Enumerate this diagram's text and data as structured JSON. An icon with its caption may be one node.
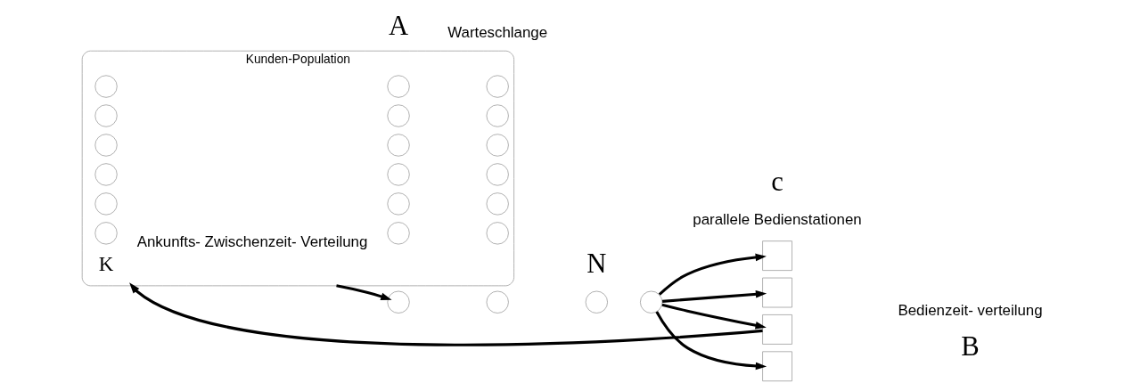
{
  "diagram": {
    "nodes": [
      {
        "text": [
          "Kunden-Population"
        ],
        "beside": [
          "K"
        ]
      },
      {
        "text": [],
        "shape": "circle",
        "in": 0
      },
      {
        "text": [],
        "shape": "circle",
        "in": 0
      },
      {
        "text": [],
        "shape": "circle",
        "in": 0
      },
      {
        "text": [],
        "shape": "circle",
        "in": 0
      },
      {
        "text": [],
        "shape": "circle",
        "in": 0
      },
      {
        "text": [],
        "shape": "circle",
        "in": 0
      },
      {
        "text": [],
        "shape": "circle",
        "in": 0
      },
      {
        "text": [],
        "shape": "circle",
        "in": 0
      },
      {
        "text": [],
        "shape": "circle",
        "in": 0
      },
      {
        "text": [],
        "shape": "circle",
        "in": 0
      },
      {
        "text": [],
        "shape": "circle",
        "in": 0
      },
      {
        "text": [],
        "shape": "circle",
        "in": 0
      },
      {
        "text": [],
        "shape": "circle",
        "in": 0
      },
      {
        "text": [],
        "shape": "circle",
        "in": 0
      },
      {
        "text": [],
        "shape": "circle",
        "in": 0
      },
      {
        "text": [],
        "shape": "circle",
        "in": 0
      },
      {
        "text": [],
        "shape": "circle",
        "in": 0
      },
      {
        "text": [],
        "shape": "circle",
        "in": 0
      },
      {
        "text": [],
        "shape": "circle"
      },
      {
        "text": [],
        "shape": "circle"
      },
      {
        "text": [],
        "shape": "circle"
      },
      {
        "text": [],
        "shape": "circle"
      },
      {
        "text": [],
        "shape": "box"
      },
      {
        "text": [],
        "shape": "box"
      },
      {
        "text": [],
        "shape": "box"
      },
      {
        "text": [],
        "shape": "box"
      }
    ],
    "edges": [
      {
        "from": 0,
        "to": 19,
        "arrow": "to",
        "label": "Ankunfts- Zwischenzeit- Verteilung"
      },
      {
        "from": 22,
        "to": 23,
        "arrow": "to"
      },
      {
        "from": 22,
        "to": 24,
        "arrow": "to"
      },
      {
        "from": 22,
        "to": 25,
        "arrow": "to"
      },
      {
        "from": 22,
        "to": 26,
        "arrow": "to"
      },
      {
        "from": 25,
        "to": 0,
        "arrow": "to"
      }
    ],
    "labels": [
      "Warteschlange",
      "N",
      "A",
      "Bedienzeit- verteilung",
      "parallele Bedienstationen",
      "c",
      "B"
    ]
  }
}
